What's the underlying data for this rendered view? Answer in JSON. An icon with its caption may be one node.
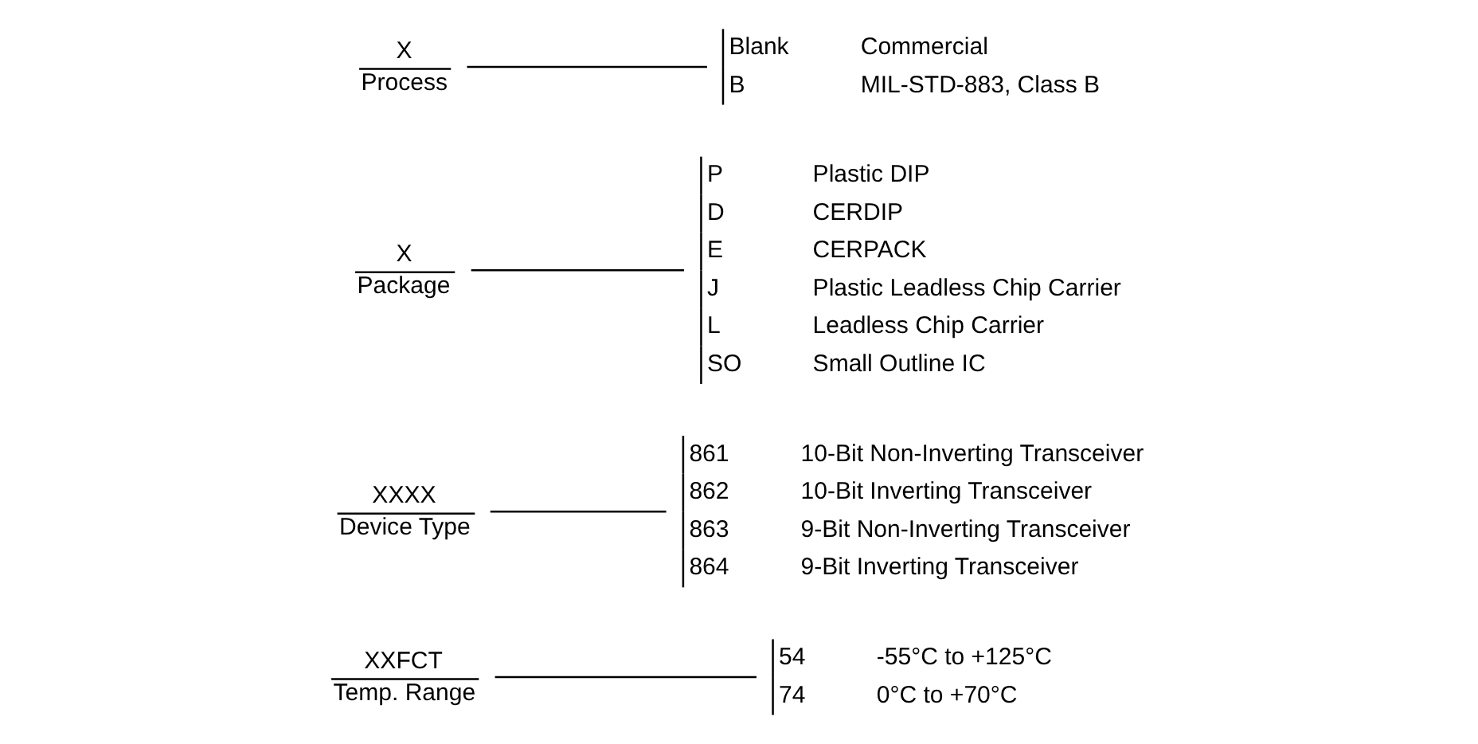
{
  "diagram": {
    "nodes": [
      {
        "text": [
          "XXFCT",
          "Temp. Range"
        ]
      },
      {
        "text": [
          "XXXX",
          "Device Type"
        ]
      },
      {
        "text": [
          "X",
          "Package"
        ]
      },
      {
        "text": [
          "X",
          "Process"
        ]
      },
      {
        "text": [
          "Blank",
          "Commercial",
          "B",
          "MIL-STD-883, Class B"
        ]
      },
      {
        "text": [
          "P",
          "Plastic DIP",
          "D",
          "CERDIP",
          "E",
          "CERPACK",
          "J",
          "Plastic Leadless Chip Carrier",
          "L",
          "Leadless Chip Carrier",
          "SO",
          "Small Outline IC"
        ]
      },
      {
        "text": [
          "861",
          "10-Bit Non-Inverting Transceiver",
          "862",
          "10-Bit Inverting Transceiver",
          "863",
          "9-Bit Non-Inverting Transceiver",
          "864",
          "9-Bit Inverting Transceiver"
        ]
      },
      {
        "text": [
          "54",
          "-55°C to +125°C",
          "74",
          "0°C to +70°C"
        ]
      }
    ],
    "edges": [
      {
        "from": 3,
        "to": 4,
        "arrow": "none"
      },
      {
        "from": 2,
        "to": 5,
        "arrow": "none"
      },
      {
        "from": 1,
        "to": 6,
        "arrow": "none"
      },
      {
        "from": 0,
        "to": 7,
        "arrow": "none"
      }
    ]
  }
}
